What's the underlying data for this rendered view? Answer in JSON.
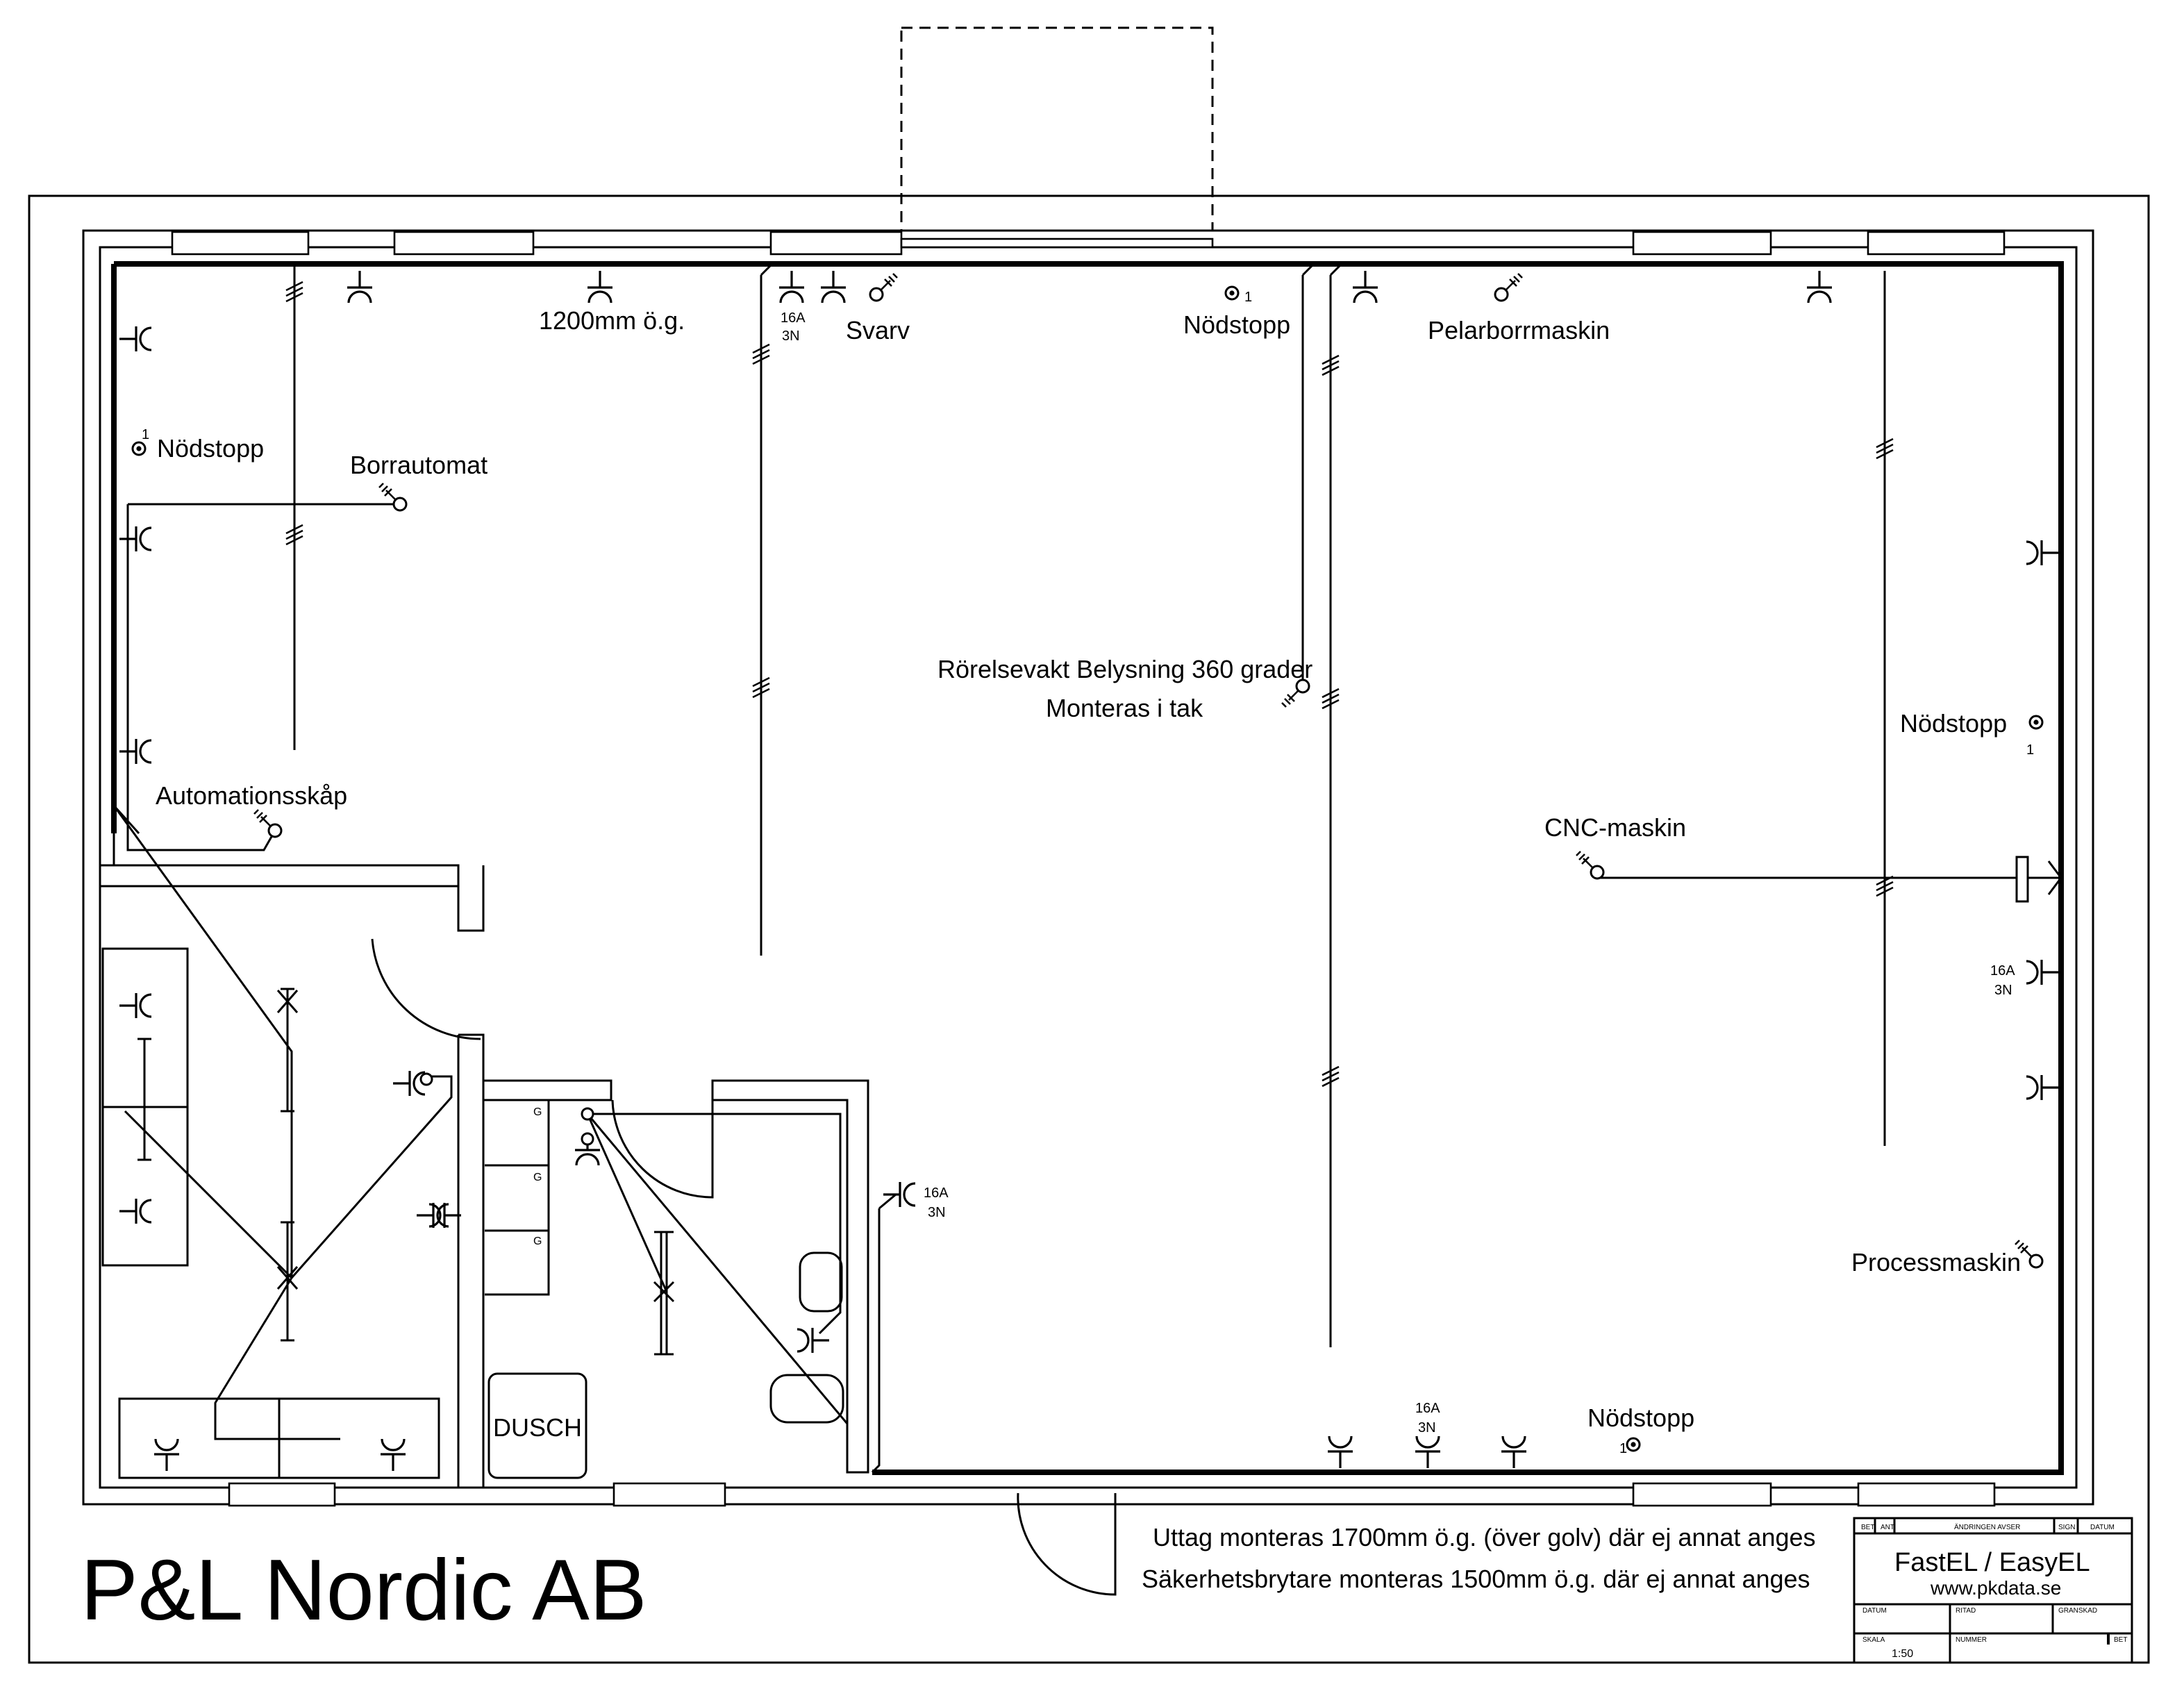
{
  "company": "P&L Nordic AB",
  "labels": {
    "height_1200": "1200mm ö.g.",
    "svarv": "Svarv",
    "nodstopp": "Nödstopp",
    "nodstopp_num": "1",
    "pelarborrmaskin": "Pelarborrmaskin",
    "borrautomat": "Borrautomat",
    "rorelsevakt_1": "Rörelsevakt Belysning 360 grader",
    "rorelsevakt_2": "Monteras i tak",
    "cnc": "CNC-maskin",
    "automationsskap": "Automationsskåp",
    "processmaskin": "Processmaskin",
    "amp": "16A",
    "phase": "3N",
    "dusch": "DUSCH",
    "garderob": "G"
  },
  "notes": [
    "Uttag monteras 1700mm ö.g. (över golv) där ej annat anges",
    "Säkerhetsbrytare monteras 1500mm ö.g. där ej annat anges"
  ],
  "title_block": {
    "bet": "BET",
    "ant": "ANT",
    "andringen": "ÄNDRINGEN AVSER",
    "sign": "SIGN",
    "datum": "DATUM",
    "software": "FastEL / EasyEL",
    "website": "www.pkdata.se",
    "datum_label": "DATUM",
    "ritad": "RITAD",
    "granskad": "GRANSKAD",
    "skala_label": "SKALA",
    "skala": "1:50",
    "nummer": "NUMMER",
    "bet2": "BET"
  }
}
